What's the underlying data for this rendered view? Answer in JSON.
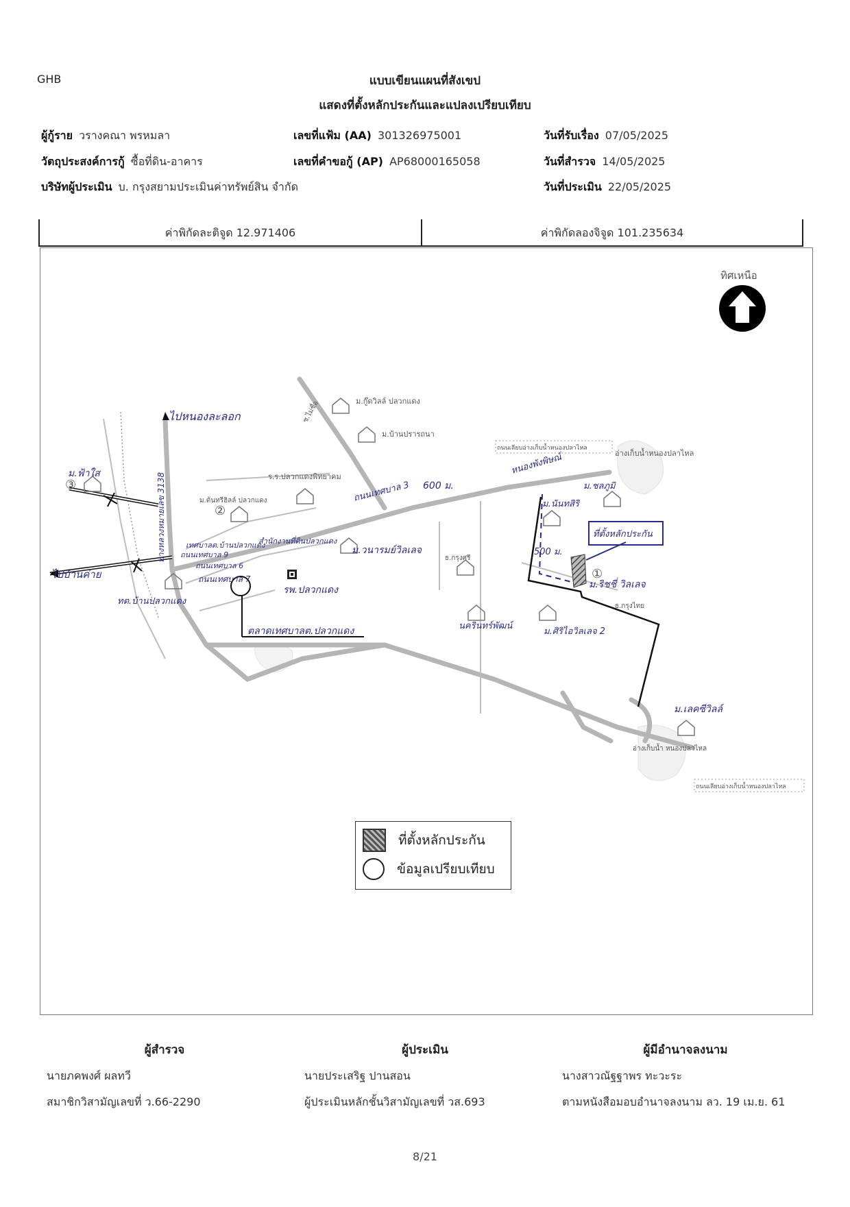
{
  "header": {
    "corner_label": "GHB",
    "title_line1": "แบบเขียนแผนที่สังเขป",
    "title_line2": "แสดงที่ตั้งหลักประกันและแปลงเปรียบเทียบ"
  },
  "info": {
    "borrower_label": "ผู้กู้ราย",
    "borrower_value": "วรางคณา พรหมลา",
    "purpose_label": "วัตถุประสงค์การกู้",
    "purpose_value": "ซื้อที่ดิน-อาคาร",
    "appraiser_company_label": "บริษัทผู้ประเมิน",
    "appraiser_company_value": "บ. กรุงสยามประเมินค่าทรัพย์สิน จำกัด",
    "file_no_label": "เลขที่แฟ้ม (AA)",
    "file_no_value": "301326975001",
    "request_no_label": "เลขที่คำขอกู้ (AP)",
    "request_no_value": "AP68000165058",
    "received_date_label": "วันที่รับเรื่อง",
    "received_date_value": "07/05/2025",
    "survey_date_label": "วันที่สำรวจ",
    "survey_date_value": "14/05/2025",
    "appraisal_date_label": "วันที่ประเมิน",
    "appraisal_date_value": "22/05/2025"
  },
  "coordinates": {
    "latitude_text": "ค่าพิกัดละติจูด 12.971406",
    "longitude_text": "ค่าพิกัดลองจิจูด 101.235634"
  },
  "map": {
    "north_label": "ทิศเหนือ",
    "labels": {
      "to_nong_la": "ไปหนองละลอก",
      "to_chak_ngaeo": "ไปบ้านค่าย",
      "village_3": "ม.ฟ้าใส",
      "num_3": "③",
      "num_2": "②",
      "num_1": "①",
      "village_2": "ม.ต้นทรีฮิลล์ ปลวกแดง",
      "school": "ร.ร.ปลวกแดงพิทยาคม",
      "village_goodwill": "ม.กู๊ดวิลล์ ปลวกแดง",
      "village_pratana": "ม.บ้านปรารถนา",
      "soi": "ซ.ไม่ชื่อ",
      "road_3": "ถนนเทศบาล 3",
      "dist_600": "600 ม.",
      "dist_500": "500 ม.",
      "nongpaknam": "หนองพังพิษณ์",
      "village_nanthasiri": "ม.นันทสิริ",
      "village_nantaphum": "ม.ชลภูมิ",
      "collateral": "ที่ตั้งหลักประกัน",
      "village_1": "ม.ริชชี่ วิลเลจ",
      "village_wanarom": "ม.วนารมย์วิลเลจ",
      "hospital": "รพ.ปลวกแดง",
      "market": "ตลาดเทศบาลต.ปลวกแดง",
      "village_sirin": "นครินทร์พัฒน์",
      "village_siri2": "ม.ศิริไอวิลเลจ 2",
      "village_lake": "ม.เลคซีวิลล์",
      "reservoir_top": "อ่างเก็บน้ำหนองปลาไหล",
      "reservoir_bottom": "อ่างเก็บน้ำ หนองปลาไหล",
      "canal_top": "ถนนเลียบอ่างเก็บน้ำหนองปลาไหล",
      "canal_bottom": "ถนนเลียบอ่างเก็บน้ำหนองปลาไหล",
      "bank": "ธ.กรุงไทย",
      "post": "ธ.กรุงศรี",
      "road_9": "ถนนเทศบาล 9",
      "road_6": "ถนนเทศบาล 6",
      "road_7": "ถนนเทศบาล 7",
      "office_left": "ทต.บ้านปลวกแดง",
      "office_top": "เทศบาลต.บ้านปลวกแดง",
      "land_office": "สำนักงานที่ดินปลวกแดง",
      "road_main": "ทางหลวงหมายเลข 3138"
    }
  },
  "legend": {
    "collateral_label": "ที่ตั้งหลักประกัน",
    "comparison_label": "ข้อมูลเปรียบเทียบ"
  },
  "signatures": {
    "surveyor_title": "ผู้สำรวจ",
    "surveyor_name": "นายภคพงศ์ ผลทวี",
    "surveyor_license": "สมาชิกวิสามัญเลขที่ ว.66-2290",
    "appraiser_title": "ผู้ประเมิน",
    "appraiser_name": "นายประเสริฐ ปานสอน",
    "appraiser_license": "ผู้ประเมินหลักชั้นวิสามัญเลขที่ วส.693",
    "authorizer_title": "ผู้มีอำนาจลงนาม",
    "authorizer_name": "นางสาวณัฐฐาพร ทะวะระ",
    "authorizer_ref": "ตามหนังสือมอบอำนาจลงนาม ลว. 19 เม.ย. 61"
  },
  "footer": {
    "page_number": "8/21"
  }
}
